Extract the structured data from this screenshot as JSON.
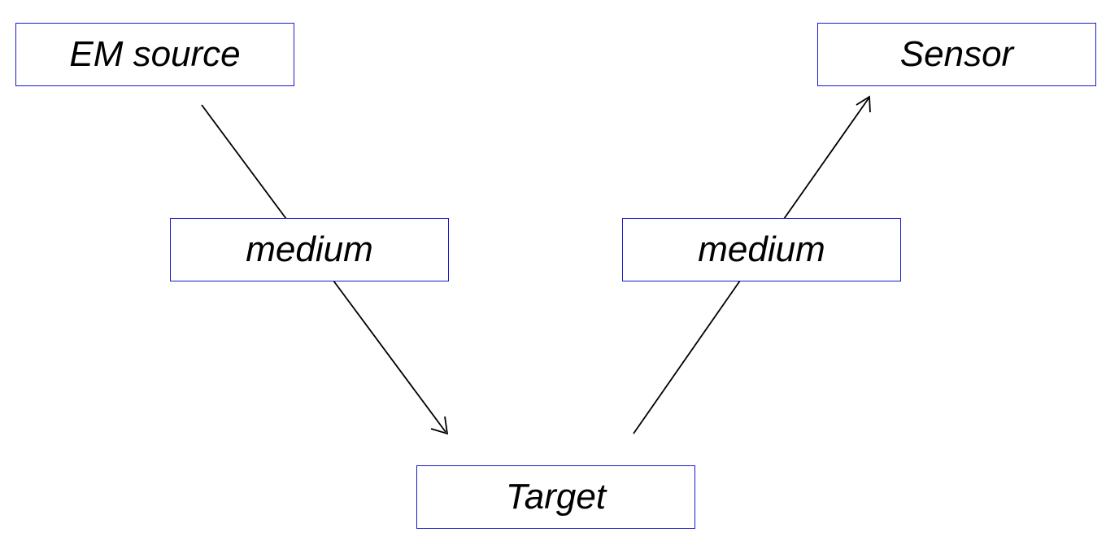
{
  "nodes": {
    "em_source": "EM source",
    "medium_left": "medium",
    "target": "Target",
    "medium_right": "medium",
    "sensor": "Sensor"
  },
  "colors": {
    "box_border": "#1a1acc",
    "line": "#000000",
    "text": "#000000",
    "background": "#ffffff"
  }
}
